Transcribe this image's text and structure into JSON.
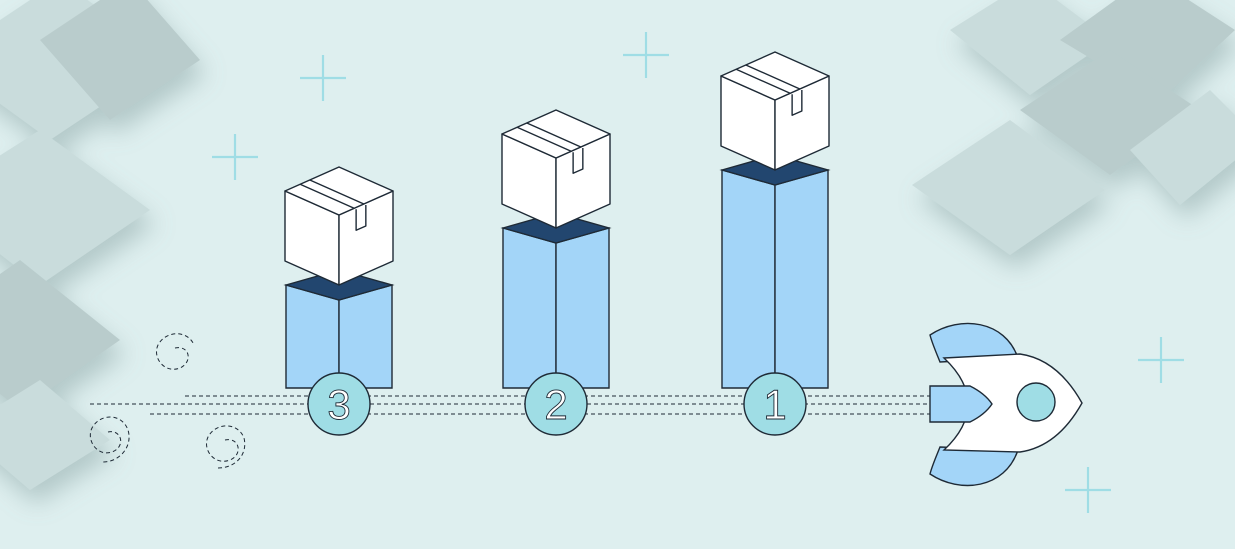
{
  "colors": {
    "background": "#deefef",
    "deco_tile_light": "#c9dcdc",
    "deco_tile_mid": "#b9cccc",
    "sparkle": "#9fdde5",
    "pillar_fill": "#a3d5f8",
    "pillar_top": "#22466f",
    "marker_fill": "#9fdde5",
    "line": "#1e2a36",
    "box_fill": "#ffffff",
    "rocket_body": "#ffffff",
    "rocket_fin": "#a3d5f8",
    "rocket_window": "#9fdde5"
  },
  "markers": [
    {
      "label": "3"
    },
    {
      "label": "2"
    },
    {
      "label": "1"
    }
  ],
  "icons": {
    "rocket": "rocket-icon",
    "box": "cardboard-box-icon",
    "swirl": "dashed-swirl-icon",
    "sparkle": "plus-sparkle-icon"
  }
}
